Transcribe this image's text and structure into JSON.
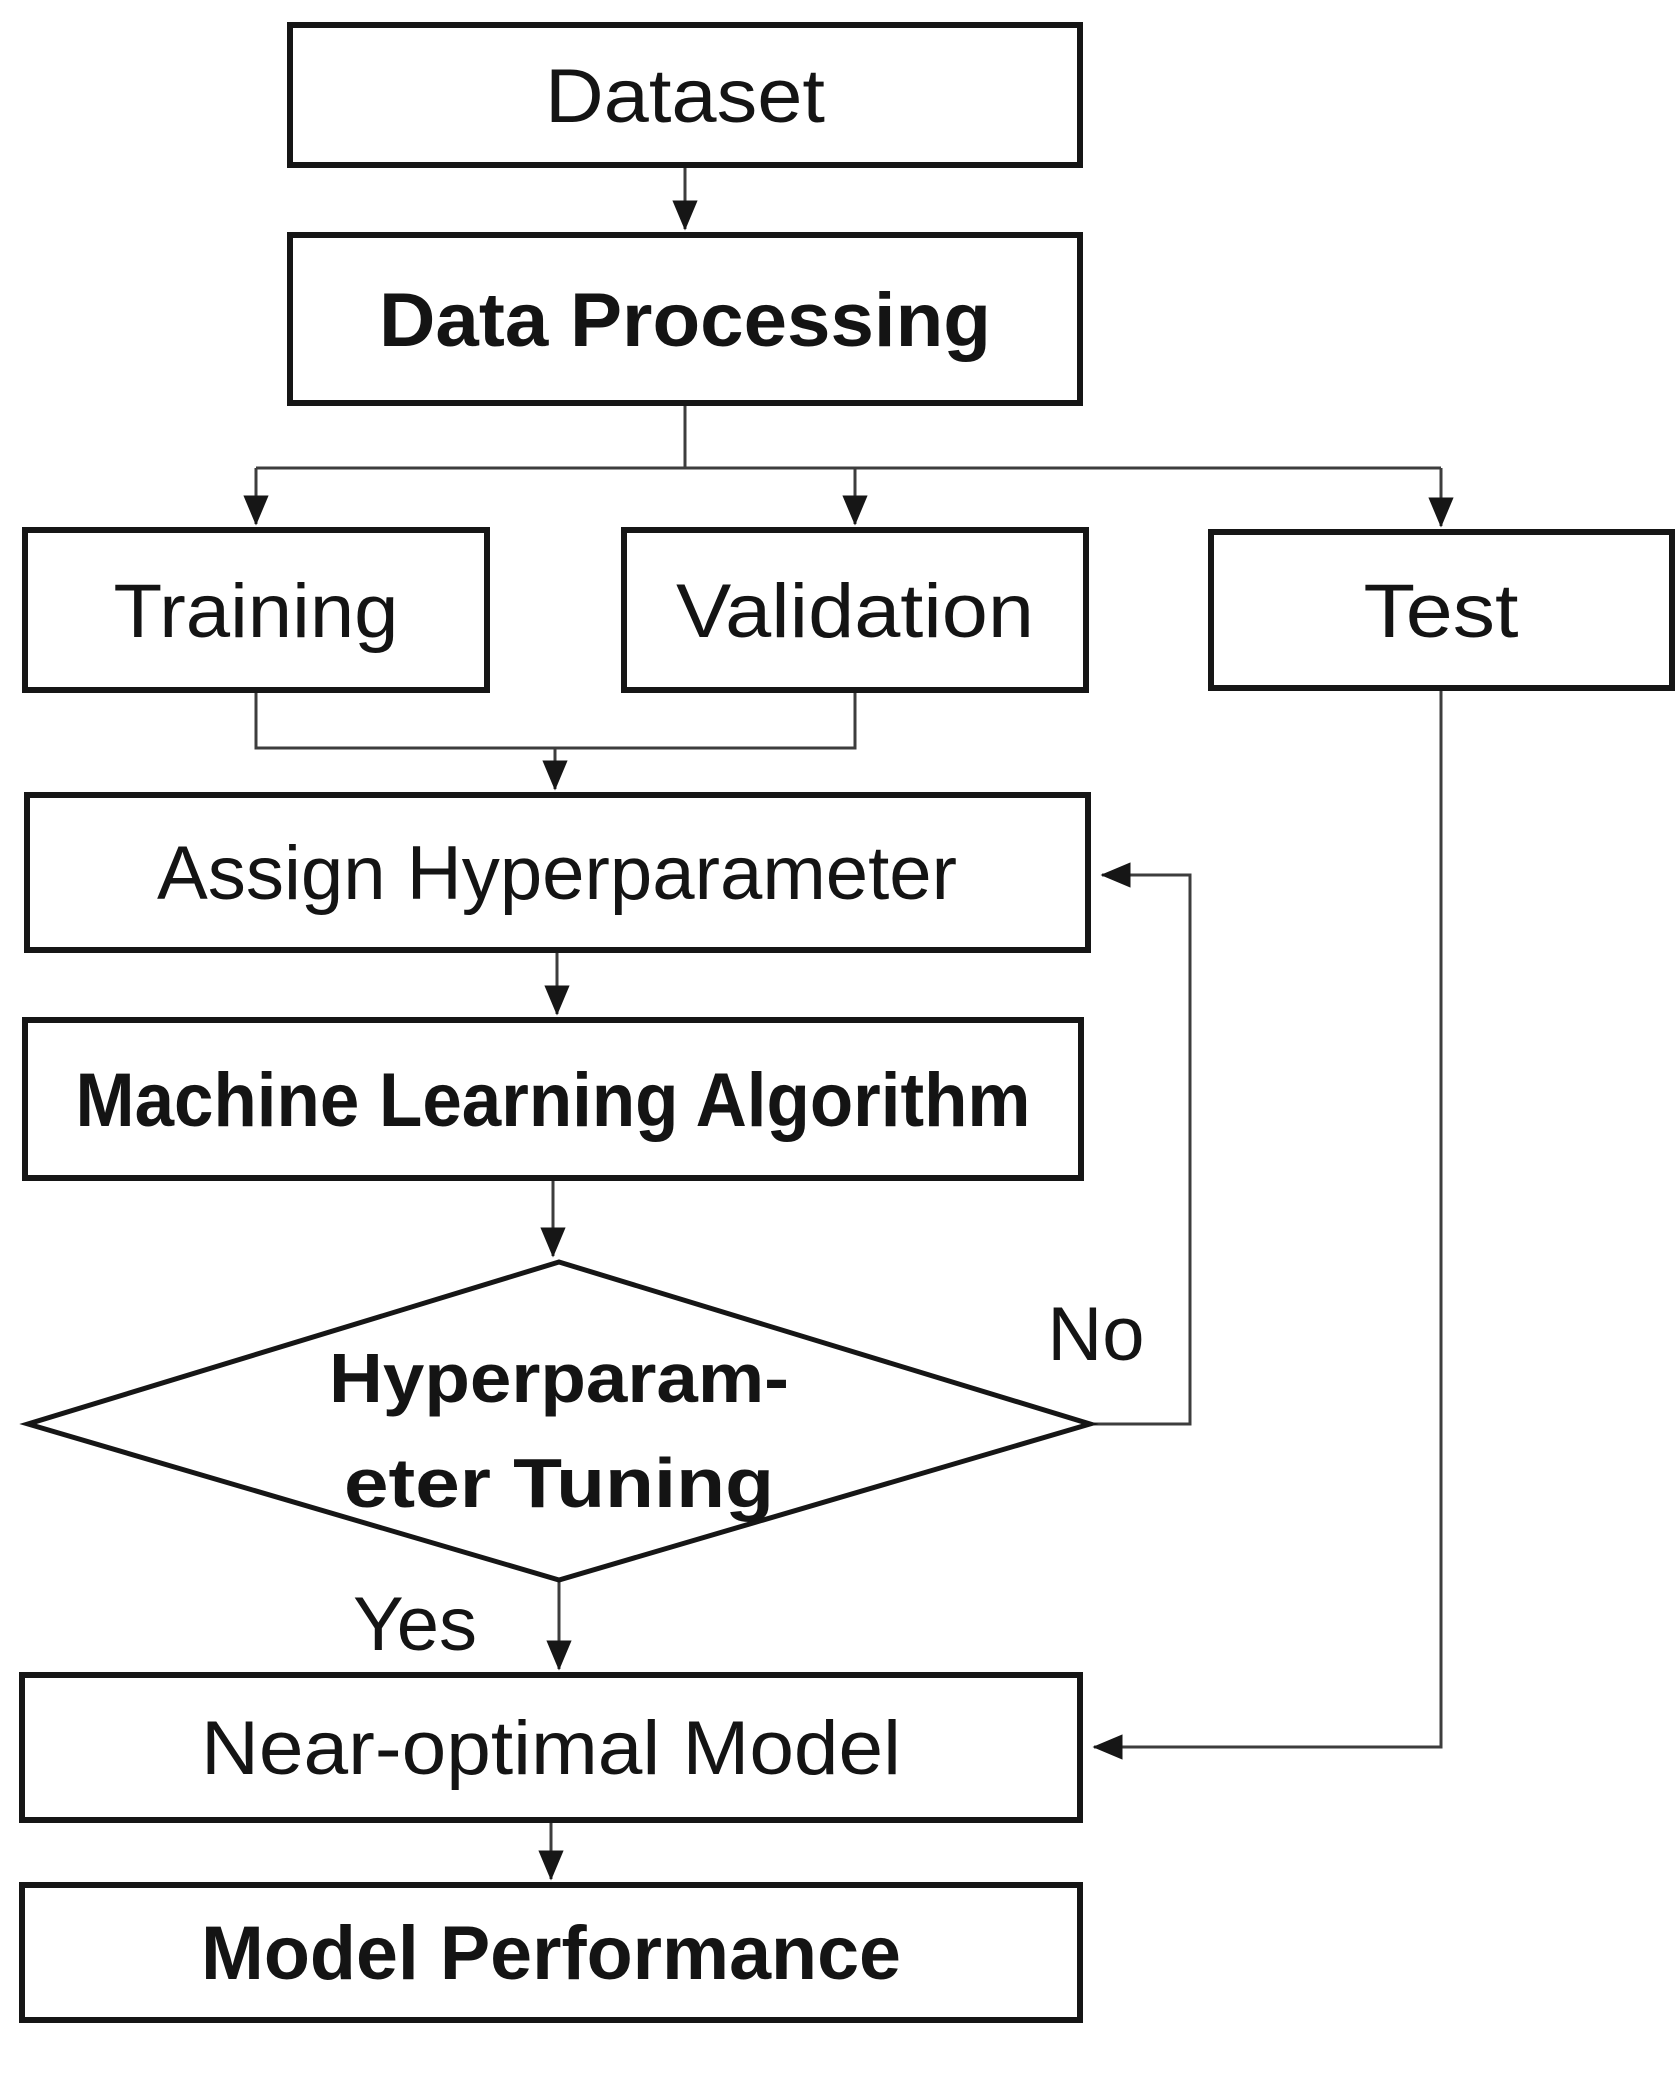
{
  "figure": {
    "type": "flowchart",
    "background": "#ffffff"
  },
  "colors": {
    "box_border": "#161616",
    "connector": "#3d3d3d",
    "text": "#141414",
    "box_fill": "#ffffff"
  },
  "nodes": {
    "dataset": {
      "label": "Dataset",
      "shape": "rect",
      "emphasis": "regular"
    },
    "data_processing": {
      "label": "Data Processing",
      "shape": "rect",
      "emphasis": "bold"
    },
    "training": {
      "label": "Training",
      "shape": "rect",
      "emphasis": "regular"
    },
    "validation": {
      "label": "Validation",
      "shape": "rect",
      "emphasis": "regular"
    },
    "test": {
      "label": "Test",
      "shape": "rect",
      "emphasis": "regular"
    },
    "assign_hyperparameter": {
      "label": "Assign Hyperparameter",
      "shape": "rect",
      "emphasis": "regular"
    },
    "machine_learning_algorithm": {
      "label": "Machine Learning Algorithm",
      "shape": "rect",
      "emphasis": "bold"
    },
    "hyperparameter_tuning": {
      "label_line1": "Hyperparam-",
      "label_line2": "eter Tuning",
      "shape": "diamond",
      "emphasis": "bold"
    },
    "near_optimal_model": {
      "label": "Near-optimal Model",
      "shape": "rect",
      "emphasis": "regular"
    },
    "model_performance": {
      "label": "Model Performance",
      "shape": "rect",
      "emphasis": "bold"
    }
  },
  "edge_labels": {
    "no": "No",
    "yes": "Yes"
  }
}
